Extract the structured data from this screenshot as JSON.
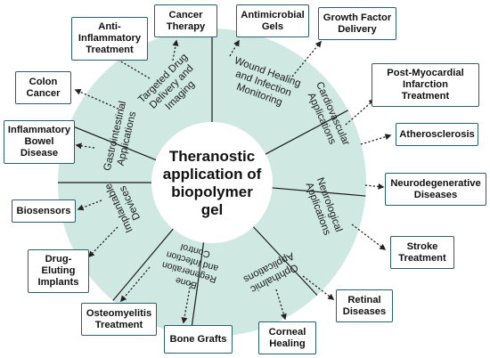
{
  "center": {
    "lines": [
      "Theranostic",
      "application of",
      "biopolymer",
      "gel"
    ]
  },
  "segments": [
    {
      "id": "targeted",
      "lines": [
        "Targeted Drug",
        "Delivery and",
        "Imaging"
      ]
    },
    {
      "id": "wound",
      "lines": [
        "Wound Healing",
        "and Infection",
        "Monitoring"
      ]
    },
    {
      "id": "cardio",
      "lines": [
        "Cardiovascular",
        "Applications"
      ]
    },
    {
      "id": "neuro",
      "lines": [
        "Neurological",
        "Applications"
      ]
    },
    {
      "id": "ophthalmic",
      "lines": [
        "Ophthalmic",
        "Applications"
      ]
    },
    {
      "id": "bone",
      "lines": [
        "Bone",
        "Regeneration",
        "and Infection",
        "Control"
      ]
    },
    {
      "id": "implantable",
      "lines": [
        "Implantable",
        "Devices"
      ]
    },
    {
      "id": "gastro",
      "lines": [
        "Gastrointestinal",
        "Applications"
      ]
    }
  ],
  "boxes": [
    {
      "id": "cancer-therapy",
      "text": "Cancer\nTherapy"
    },
    {
      "id": "antimicrobial-gels",
      "text": "Antimicrobial\nGels"
    },
    {
      "id": "growth-factor-delivery",
      "text": "Growth Factor\nDelivery"
    },
    {
      "id": "anti-inflammatory-treatment",
      "text": "Anti-\nInflammatory\nTreatment"
    },
    {
      "id": "post-myocardial-infarction-treatment",
      "text": "Post-Myocardial\nInfarction\nTreatment"
    },
    {
      "id": "colon-cancer",
      "text": "Colon\nCancer"
    },
    {
      "id": "atherosclerosis",
      "text": "Atherosclerosis"
    },
    {
      "id": "inflammatory-bowel-disease",
      "text": "Inflammatory\nBowel\nDisease"
    },
    {
      "id": "neurodegenerative-diseases",
      "text": "Neurodegenerative\nDiseases"
    },
    {
      "id": "biosensors",
      "text": "Biosensors"
    },
    {
      "id": "stroke-treatment",
      "text": "Stroke\nTreatment"
    },
    {
      "id": "drug-eluting-implants",
      "text": "Drug-\nEluting\nImplants"
    },
    {
      "id": "retinal-diseases",
      "text": "Retinal\nDiseases"
    },
    {
      "id": "osteomyelitis-treatment",
      "text": "Osteomyelitis\nTreatment"
    },
    {
      "id": "bone-grafts",
      "text": "Bone Grafts"
    },
    {
      "id": "corneal-healing",
      "text": "Corneal\nHealing"
    }
  ],
  "colors": {
    "ring": "#cfe8e2",
    "divider": "#1a1a1a",
    "box_border": "#2b5f6e",
    "arrow": "#222222"
  }
}
